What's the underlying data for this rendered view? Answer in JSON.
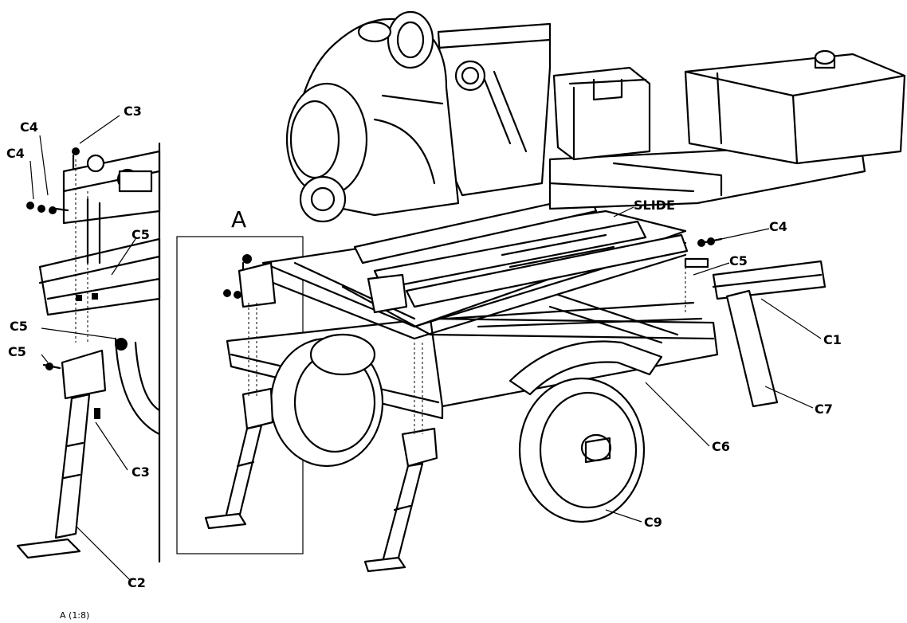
{
  "detail": {
    "view_label": "A",
    "scale_caption": "A (1:8)"
  },
  "callouts": {
    "c1": "C1",
    "c2": "C2",
    "c3_top": "C3",
    "c3_bottom": "C3",
    "c4_detail_upper": "C4",
    "c4_detail_lower": "C4",
    "c4_main": "C4",
    "c5_detail_upper": "C5",
    "c5_detail_mid": "C5",
    "c5_detail_lower": "C5",
    "c5_main": "C5",
    "c6": "C6",
    "c7": "C7",
    "c9": "C9",
    "slide": "SLIDE"
  }
}
